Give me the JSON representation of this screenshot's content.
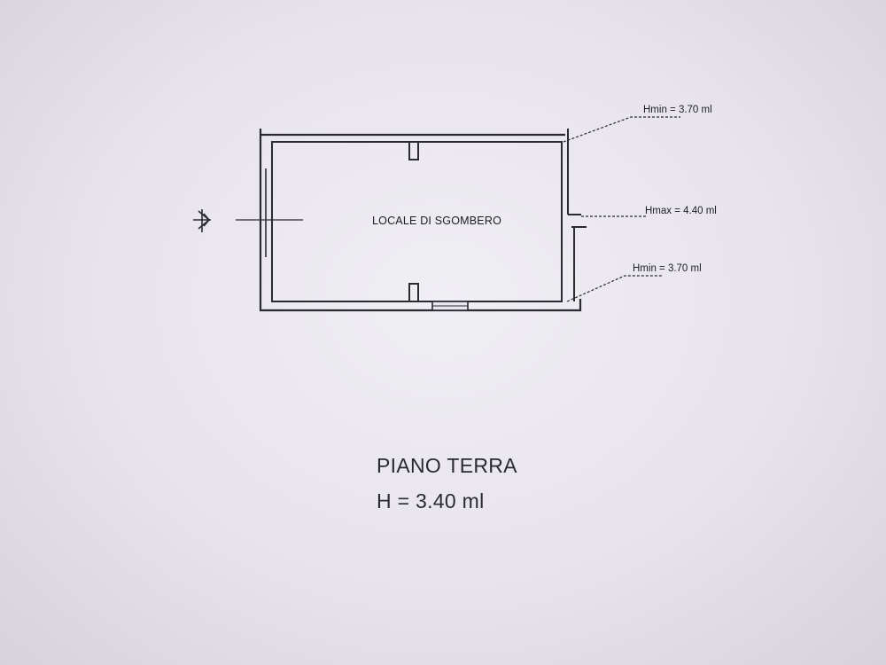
{
  "floor_plan": {
    "room_name": "LOCALE DI SGOMBERO",
    "annotations": {
      "top": "Hmin = 3.70 ml",
      "middle": "Hmax = 4.40 ml",
      "bottom": "Hmin = 3.70 ml"
    }
  },
  "caption": {
    "title": "PIANO TERRA",
    "height": "H = 3.40 ml"
  }
}
